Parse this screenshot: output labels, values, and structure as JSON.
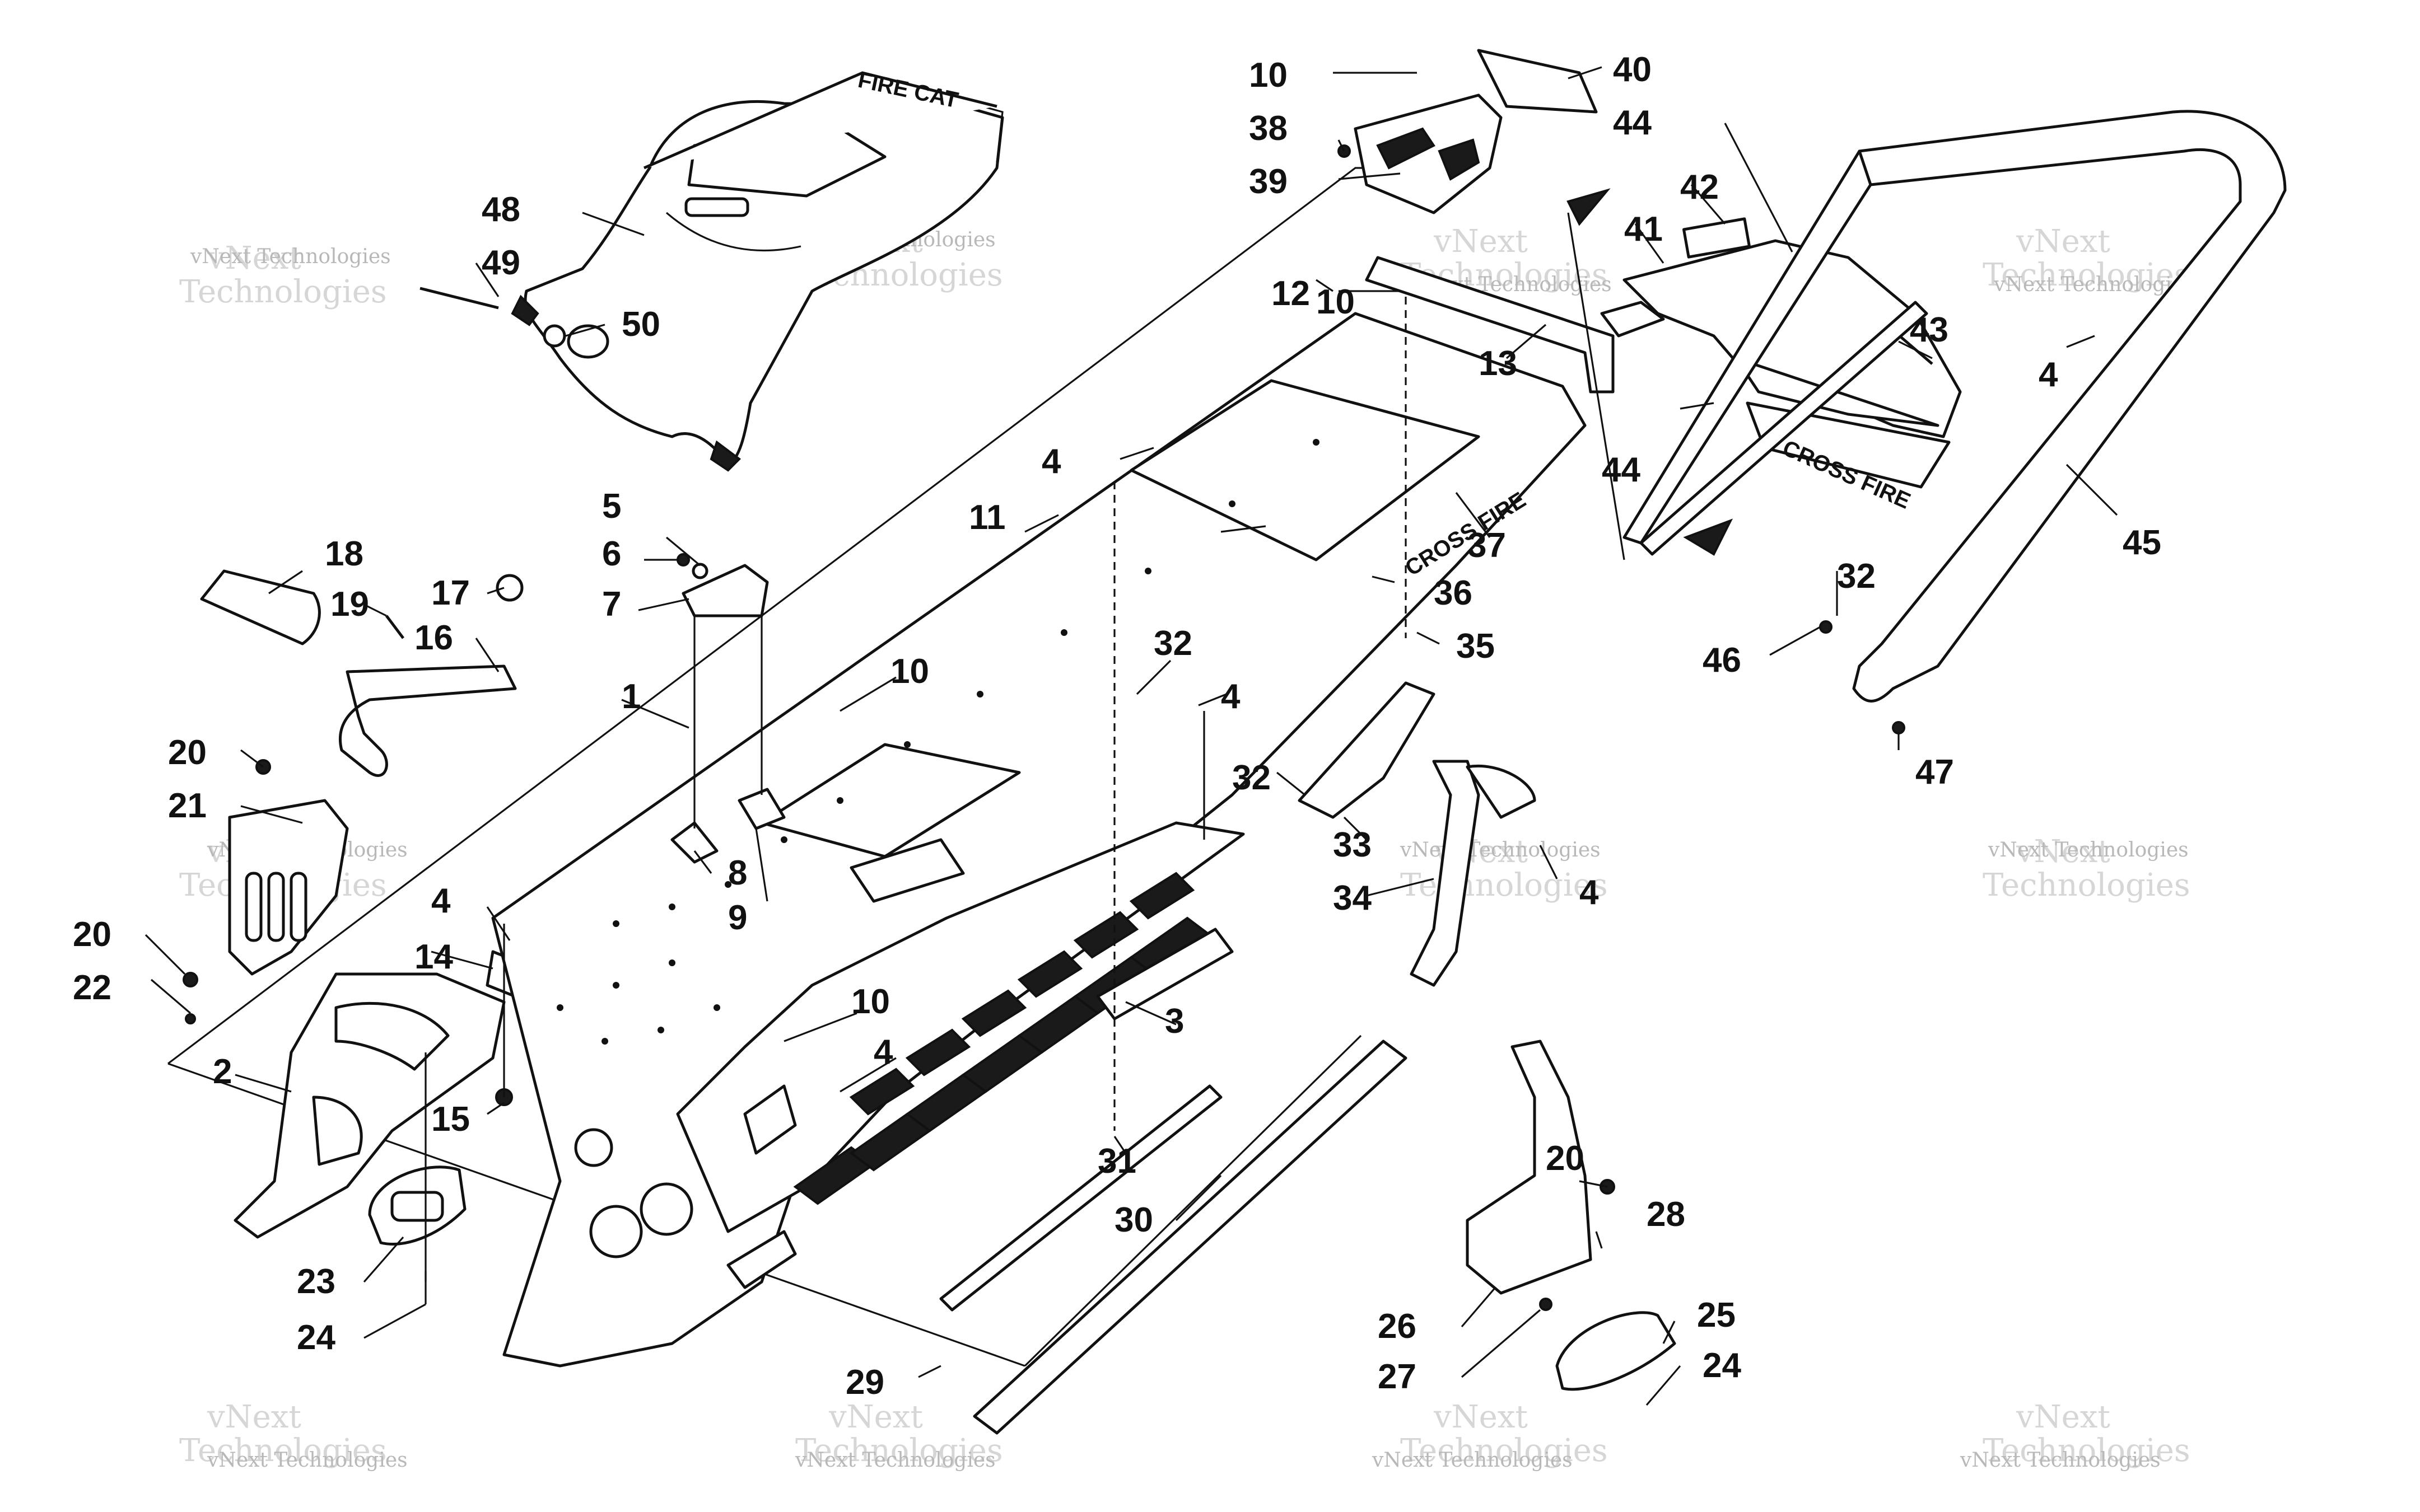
{
  "callouts": [
    "1",
    "2",
    "3",
    "4",
    "5",
    "6",
    "7",
    "8",
    "9",
    "10",
    "11",
    "12",
    "13",
    "14",
    "15",
    "16",
    "17",
    "18",
    "19",
    "20",
    "21",
    "22",
    "23",
    "24",
    "25",
    "26",
    "27",
    "28",
    "29",
    "30",
    "31",
    "32",
    "33",
    "34",
    "35",
    "36",
    "37",
    "38",
    "39",
    "40",
    "41",
    "42",
    "43",
    "44",
    "45",
    "46",
    "47",
    "48",
    "49",
    "50"
  ],
  "watermark": {
    "line1": "vNext",
    "line2": "Technologies",
    "small": "vNext Technologies"
  },
  "decals": {
    "seat": "FIRE CAT",
    "tunnel": "CROSS FIRE",
    "bumper": "CROSS FIRE"
  }
}
